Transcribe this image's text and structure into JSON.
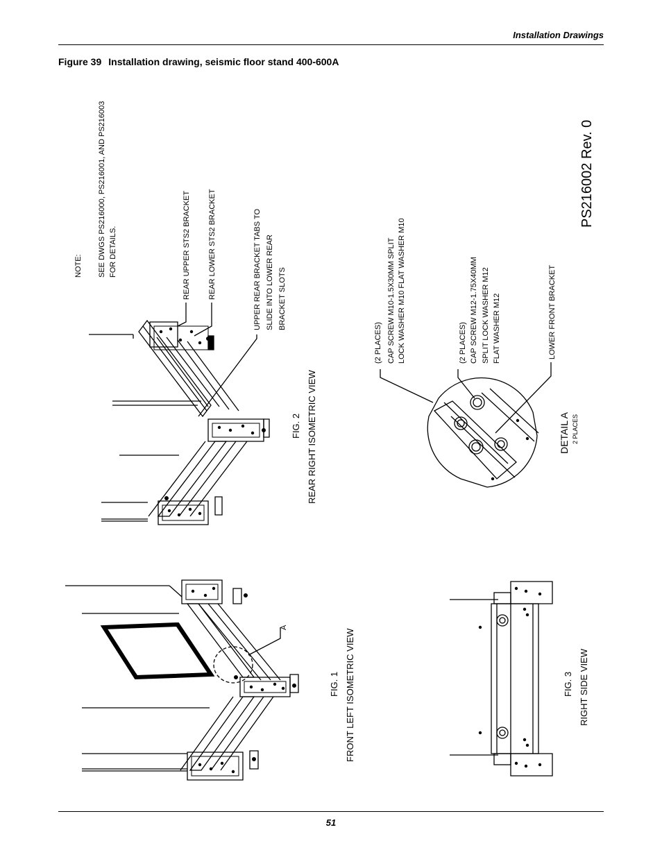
{
  "header": {
    "title": "Installation Drawings"
  },
  "figure": {
    "number": "Figure 39",
    "title": "Installation drawing, seismic floor stand 400-600A"
  },
  "drawing": {
    "note_label": "NOTE:",
    "note_line1": "SEE DWGS PS216000, PS216001, AND PS216003",
    "note_line2": "FOR DETAILS.",
    "callout_rear_upper": "REAR UPPER STS2 BRACKET",
    "callout_rear_lower": "REAR LOWER STS2 BRACKET",
    "callout_tabs_1": "UPPER REAR BRACKET TABS TO",
    "callout_tabs_2": "SLIDE INTO LOWER REAR",
    "callout_tabs_3": "BRACKET SLOTS",
    "m10_places": "(2 PLACES)",
    "m10_line1": "CAP SCREW M10-1.5X30MM  SPLIT",
    "m10_line2": "LOCK WASHER M10  FLAT WASHER M10",
    "m12_places": "(2 PLACES)",
    "m12_line1": "CAP SCREW M12-1.75X40MM",
    "m12_line2": "SPLIT LOCK WASHER M12",
    "m12_line3": "FLAT WASHER M12",
    "lower_front_bracket": "LOWER FRONT BRACKET",
    "detail_title": "DETAIL A",
    "detail_sub": "2 PLACES",
    "drawing_number": "PS216002 Rev. 0",
    "fig2_num": "FIG. 2",
    "fig2_title": "REAR RIGHT ISOMETRIC VIEW",
    "fig1_num": "FIG. 1",
    "fig1_title": "FRONT LEFT ISOMETRIC VIEW",
    "fig3_num": "FIG. 3",
    "fig3_title": "RIGHT SIDE VIEW",
    "detail_marker": "A"
  },
  "footer": {
    "page_number": "51"
  }
}
